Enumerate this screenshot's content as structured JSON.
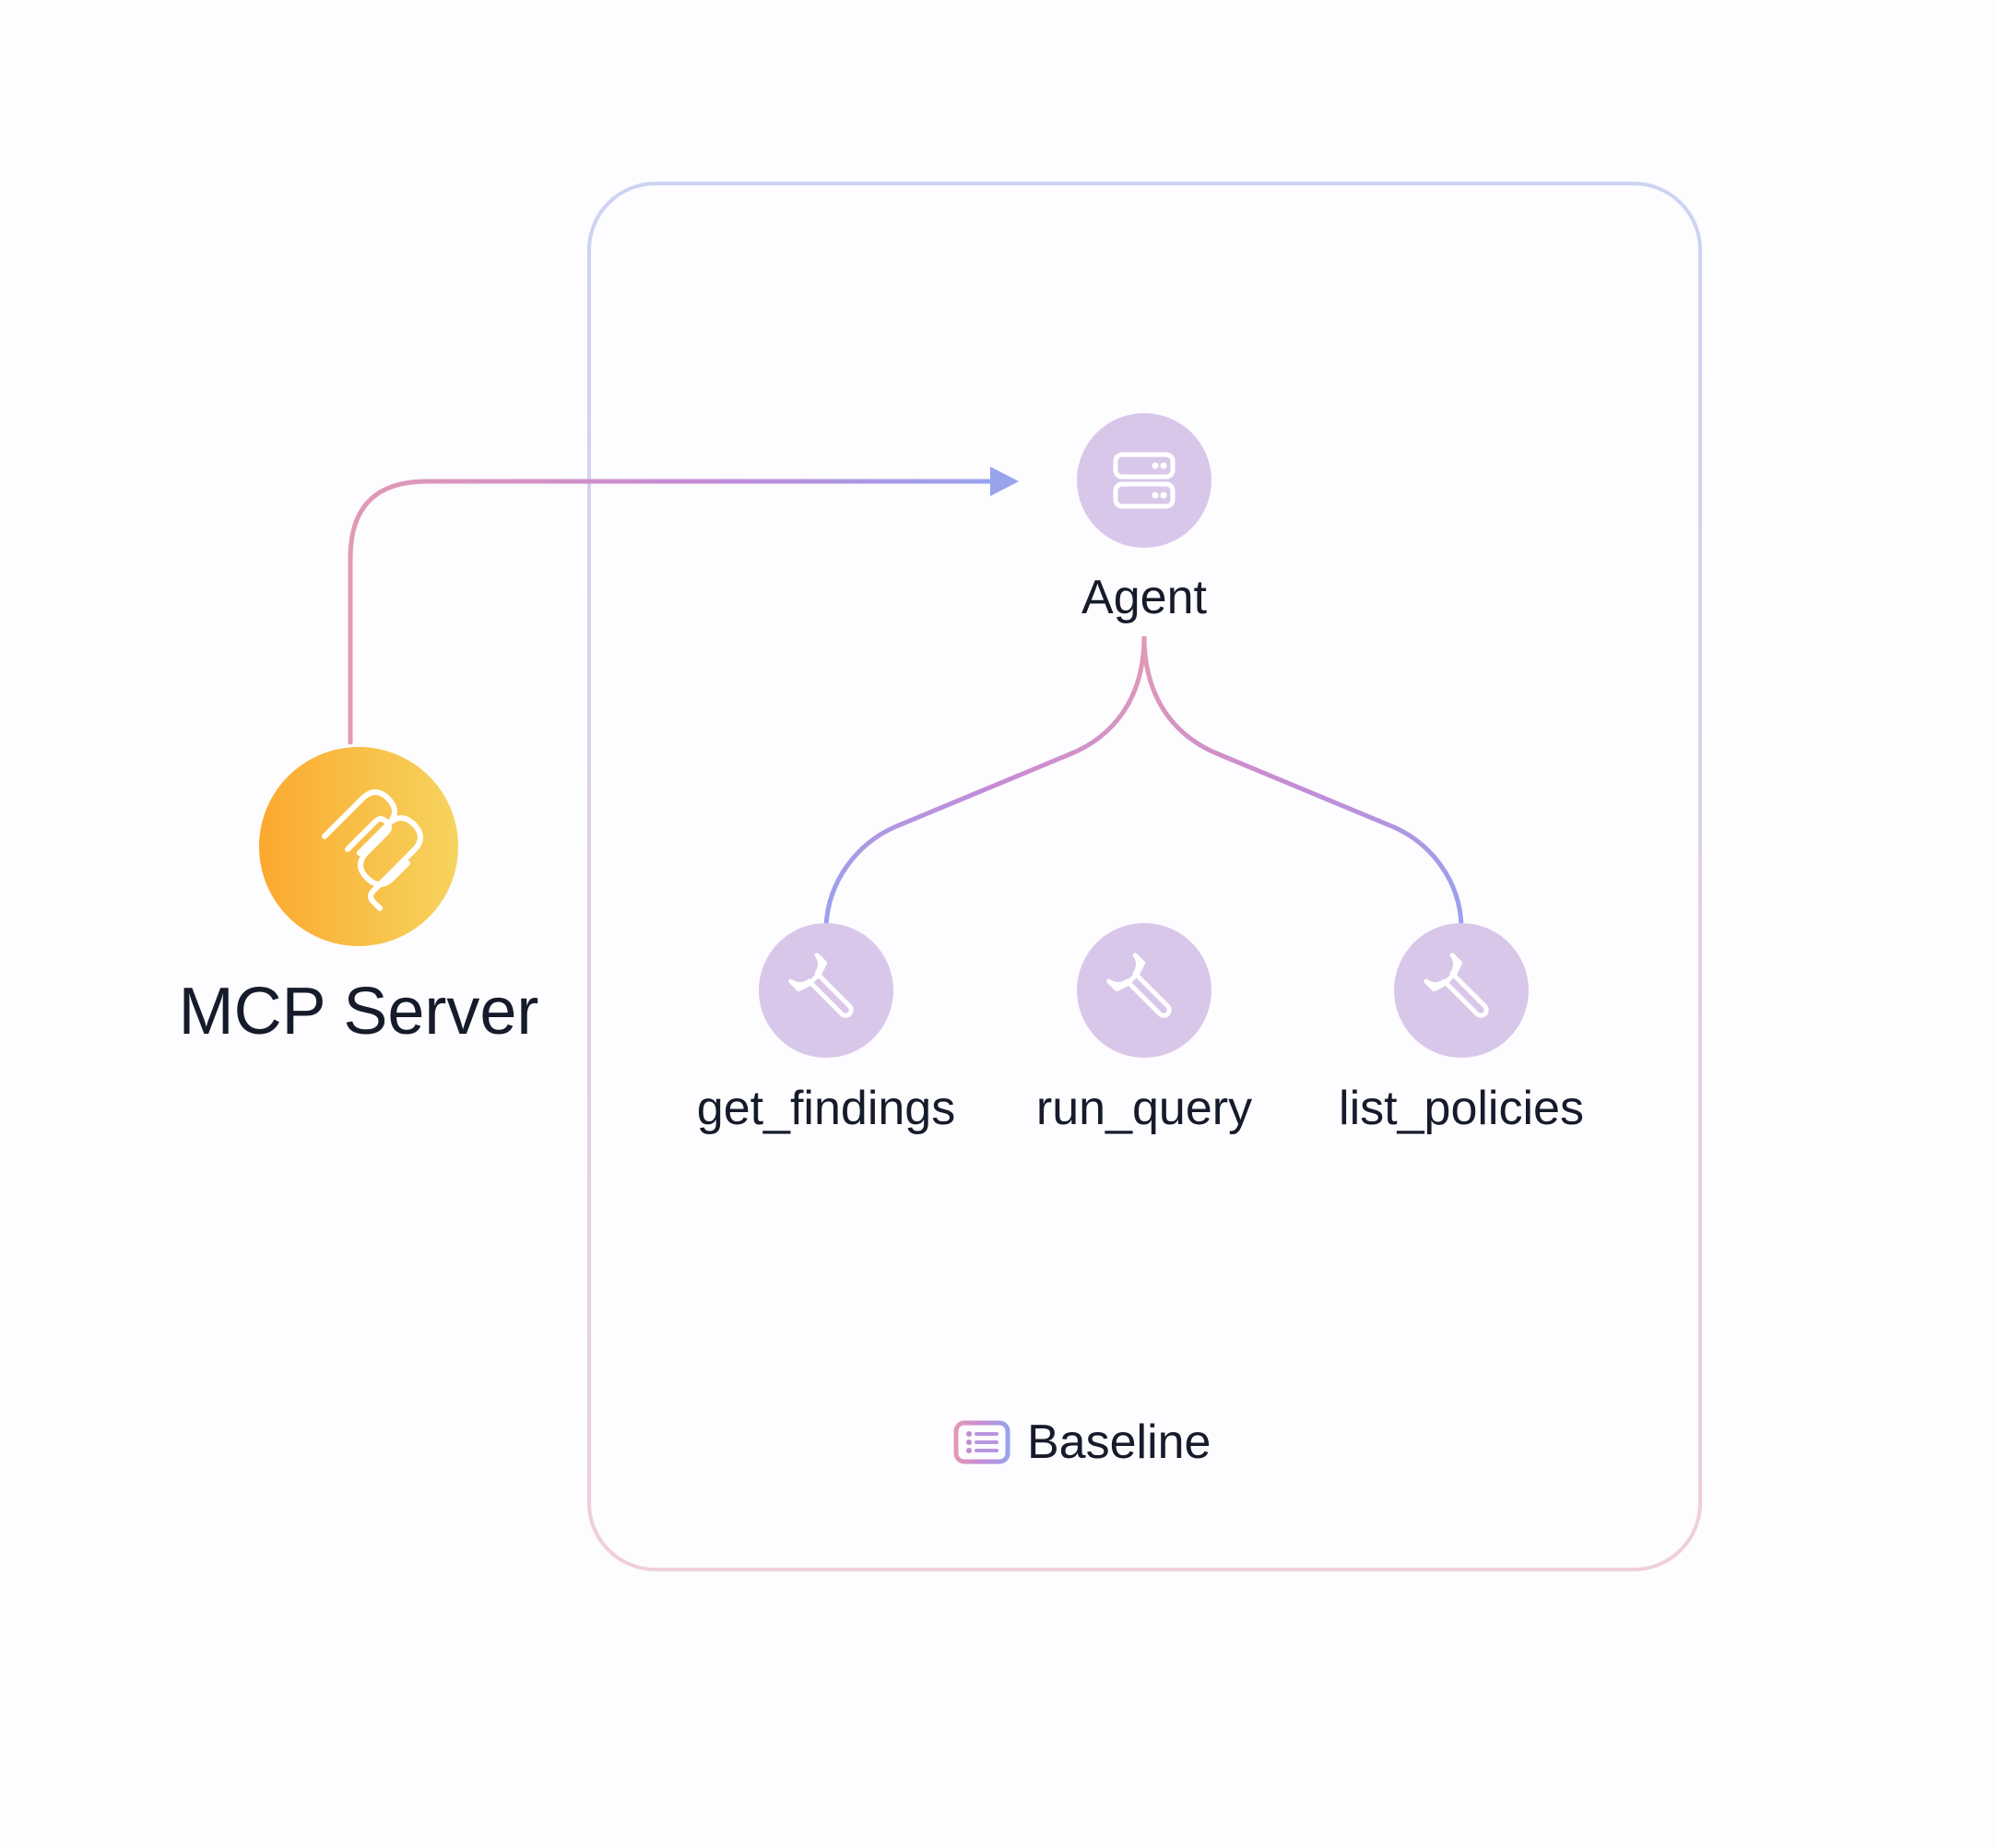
{
  "mcp_server": {
    "label": "MCP Server",
    "icon": "mcp-logo-icon",
    "gradient": [
      "#fba92e",
      "#f6d45f"
    ]
  },
  "agent": {
    "label": "Agent",
    "icon": "server-icon"
  },
  "tools": [
    {
      "label": "get_findings",
      "icon": "wrench-icon"
    },
    {
      "label": "run_query",
      "icon": "wrench-icon"
    },
    {
      "label": "list_policies",
      "icon": "wrench-icon"
    }
  ],
  "baseline": {
    "label": "Baseline",
    "icon": "list-icon"
  },
  "colors": {
    "node_fill": "#d9c7ea",
    "connector_pink": "#e19ab4",
    "connector_purple": "#c58bd6",
    "connector_blue": "#98a3ec",
    "panel_border_top": "#cdd3f4",
    "panel_border_bottom": "#efcfdb",
    "text": "#161b2b"
  }
}
